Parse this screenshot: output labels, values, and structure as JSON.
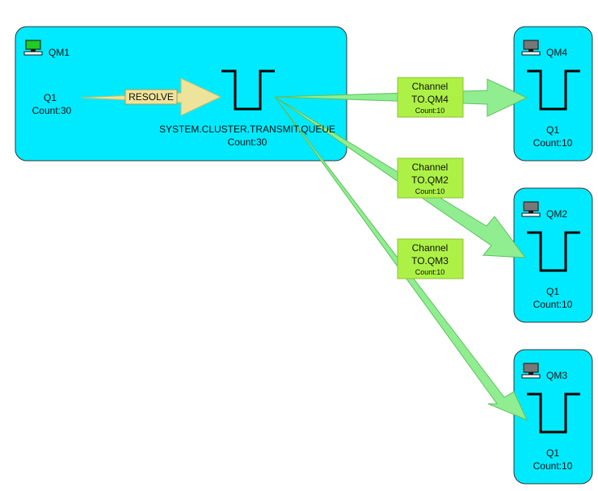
{
  "qm1": {
    "name": "QM1",
    "local_queue": "Q1",
    "local_count": "Count:30",
    "resolve_label": "RESOLVE",
    "xmitq_name": "SYSTEM.CLUSTER.TRANSMIT.QUEUE",
    "xmitq_count": "Count:30",
    "status_color": "#22cc22"
  },
  "targets": [
    {
      "name": "QM4",
      "queue": "Q1",
      "count": "Count:10"
    },
    {
      "name": "QM2",
      "queue": "Q1",
      "count": "Count:10"
    },
    {
      "name": "QM3",
      "queue": "Q1",
      "count": "Count:10"
    }
  ],
  "channels": [
    {
      "line1": "Channel",
      "line2": "TO.QM4",
      "count": "Count:10"
    },
    {
      "line1": "Channel",
      "line2": "TO.QM2",
      "count": "Count:10"
    },
    {
      "line1": "Channel",
      "line2": "TO.QM3",
      "count": "Count:10"
    }
  ],
  "colors": {
    "qm_fill": "#00eaff",
    "channel_fill": "#adf147",
    "flow_arrow": "#90ee90",
    "resolve_arrow": "#eee39a",
    "target_status": "#777777"
  }
}
